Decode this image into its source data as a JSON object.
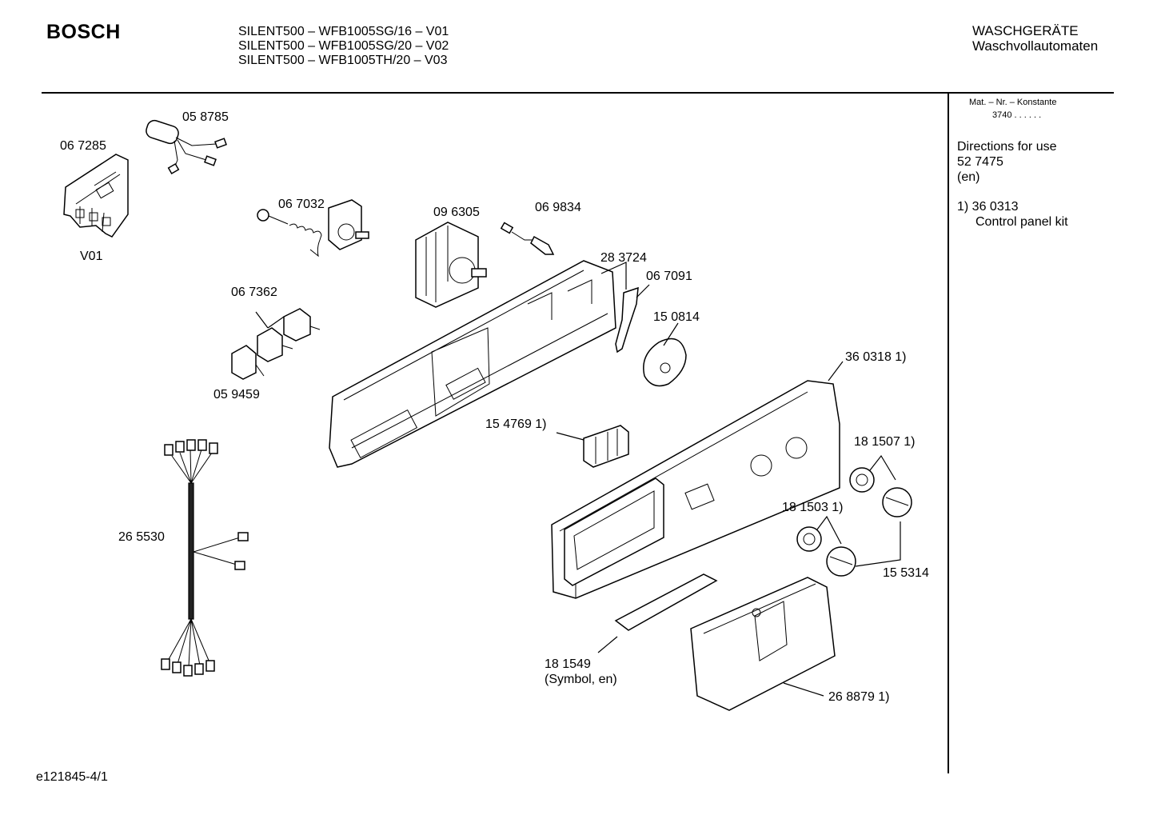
{
  "header": {
    "brand": "BOSCH",
    "models": [
      "SILENT500 – WFB1005SG/16 – V01",
      "SILENT500 – WFB1005SG/20 – V02",
      "SILENT500 – WFB1005TH/20 – V03"
    ],
    "category_de": "WASCHGERÄTE",
    "category_sub": "Waschvollautomaten"
  },
  "sidebar": {
    "mat_label": "Mat. – Nr. – Konstante",
    "mat_value": "3740  .  .   .  .  .  .",
    "directions_title": "Directions for use",
    "directions_number": "52 7475",
    "directions_lang": "(en)",
    "note_number": "1)  36 0313",
    "note_text": "Control panel kit"
  },
  "parts": {
    "p058785": "05 8785",
    "p067285": "06 7285",
    "v01": "V01",
    "p067032": "06 7032",
    "p096305": "09 6305",
    "p069834": "06 9834",
    "p283724": "28 3724",
    "p067091": "06 7091",
    "p067362": "06 7362",
    "p150814": "15 0814",
    "p059459": "05 9459",
    "p360318": "36 0318 1)",
    "p154769": "15 4769 1)",
    "p181507": "18 1507 1)",
    "p265530": "26 5530",
    "p181503": "18 1503 1)",
    "p155314": "15 5314",
    "p181549": "18 1549",
    "p181549_note": "(Symbol, en)",
    "p268879": "26 8879 1)"
  },
  "footer": {
    "drawing_id": "e121845-4/1"
  }
}
